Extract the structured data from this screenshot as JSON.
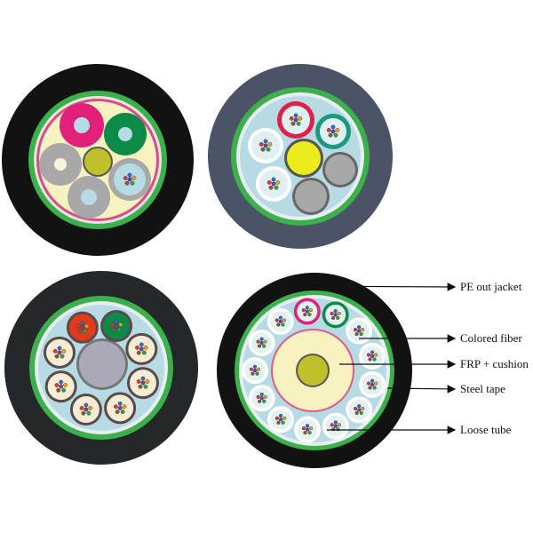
{
  "diagram": {
    "labels": {
      "pe_out_jacket": "PE out jacket",
      "colored_fiber": "Colored fiber",
      "frp_cushion": "FRP + cushion",
      "steel_tape": "Steel tape",
      "loose_tube": "Loose tube"
    },
    "colors": {
      "outer_jacket_black": "#121212",
      "outer_jacket_slate": "#4a5466",
      "outer_jacket_dark": "#24282b",
      "steel_tape_green": "#3cb04a",
      "core_fill_blue": "#b7dbe4",
      "core_fill_cream": "#f8f1c0",
      "tube_pink": "#e0207a",
      "tube_green": "#0c8a48",
      "tube_red": "#e23a1c",
      "tube_gray": "#a8a8a8",
      "frp_olive": "#bfc02a",
      "frp_yellow": "#ecec1c"
    },
    "fiber_colors": [
      "#2a6fd0",
      "#f39a1c",
      "#2aa34a",
      "#8c5a2a",
      "#d63a3a",
      "#6a3fb0"
    ]
  }
}
